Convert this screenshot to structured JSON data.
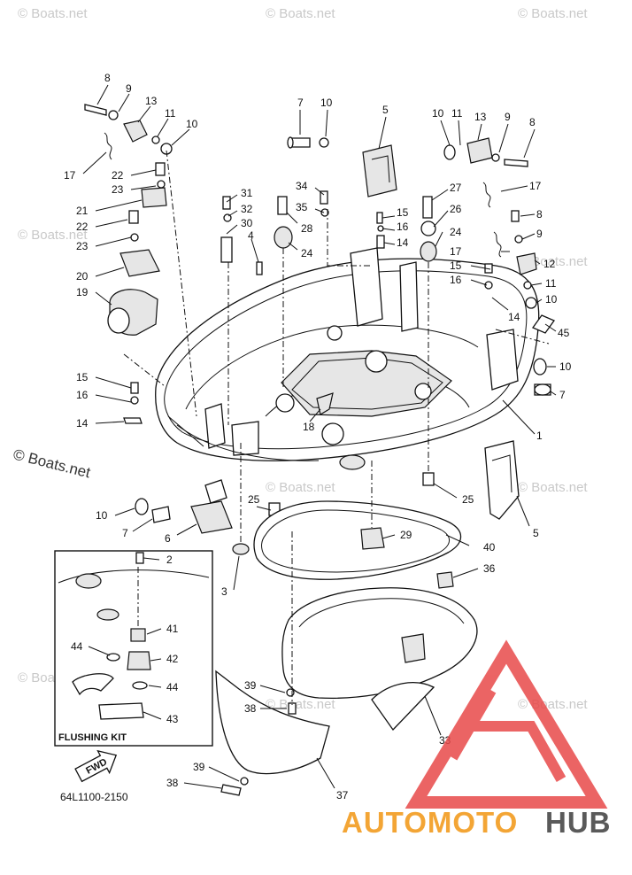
{
  "watermark_text": "© Boats.net",
  "diagram_code": "64L1100-2150",
  "flushing_kit_label": "FLUSHING  KIT",
  "fwd_label": "FWD",
  "brand": {
    "part1": "AUTOMOTO",
    "part2": "HUB",
    "color1": "#f3a535",
    "color2": "#5a5a5a",
    "logo_color": "#e84a4a"
  },
  "callouts": [
    {
      "n": "8"
    },
    {
      "n": "9"
    },
    {
      "n": "13"
    },
    {
      "n": "11"
    },
    {
      "n": "10"
    },
    {
      "n": "17"
    },
    {
      "n": "22"
    },
    {
      "n": "23"
    },
    {
      "n": "21"
    },
    {
      "n": "22"
    },
    {
      "n": "23"
    },
    {
      "n": "20"
    },
    {
      "n": "19"
    },
    {
      "n": "7"
    },
    {
      "n": "10"
    },
    {
      "n": "5"
    },
    {
      "n": "10"
    },
    {
      "n": "11"
    },
    {
      "n": "13"
    },
    {
      "n": "9"
    },
    {
      "n": "8"
    },
    {
      "n": "17"
    },
    {
      "n": "31"
    },
    {
      "n": "32"
    },
    {
      "n": "30"
    },
    {
      "n": "4"
    },
    {
      "n": "34"
    },
    {
      "n": "35"
    },
    {
      "n": "28"
    },
    {
      "n": "24"
    },
    {
      "n": "15"
    },
    {
      "n": "16"
    },
    {
      "n": "14"
    },
    {
      "n": "27"
    },
    {
      "n": "26"
    },
    {
      "n": "24"
    },
    {
      "n": "8"
    },
    {
      "n": "9"
    },
    {
      "n": "17"
    },
    {
      "n": "12"
    },
    {
      "n": "15"
    },
    {
      "n": "16"
    },
    {
      "n": "11"
    },
    {
      "n": "10"
    },
    {
      "n": "14"
    },
    {
      "n": "45"
    },
    {
      "n": "10"
    },
    {
      "n": "7"
    },
    {
      "n": "15"
    },
    {
      "n": "16"
    },
    {
      "n": "14"
    },
    {
      "n": "18"
    },
    {
      "n": "1"
    },
    {
      "n": "25"
    },
    {
      "n": "5"
    },
    {
      "n": "10"
    },
    {
      "n": "7"
    },
    {
      "n": "6"
    },
    {
      "n": "25"
    },
    {
      "n": "29"
    },
    {
      "n": "40"
    },
    {
      "n": "3"
    },
    {
      "n": "2"
    },
    {
      "n": "36"
    },
    {
      "n": "41"
    },
    {
      "n": "44"
    },
    {
      "n": "42"
    },
    {
      "n": "44"
    },
    {
      "n": "43"
    },
    {
      "n": "39"
    },
    {
      "n": "38"
    },
    {
      "n": "33"
    },
    {
      "n": "39"
    },
    {
      "n": "38"
    },
    {
      "n": "37"
    }
  ]
}
